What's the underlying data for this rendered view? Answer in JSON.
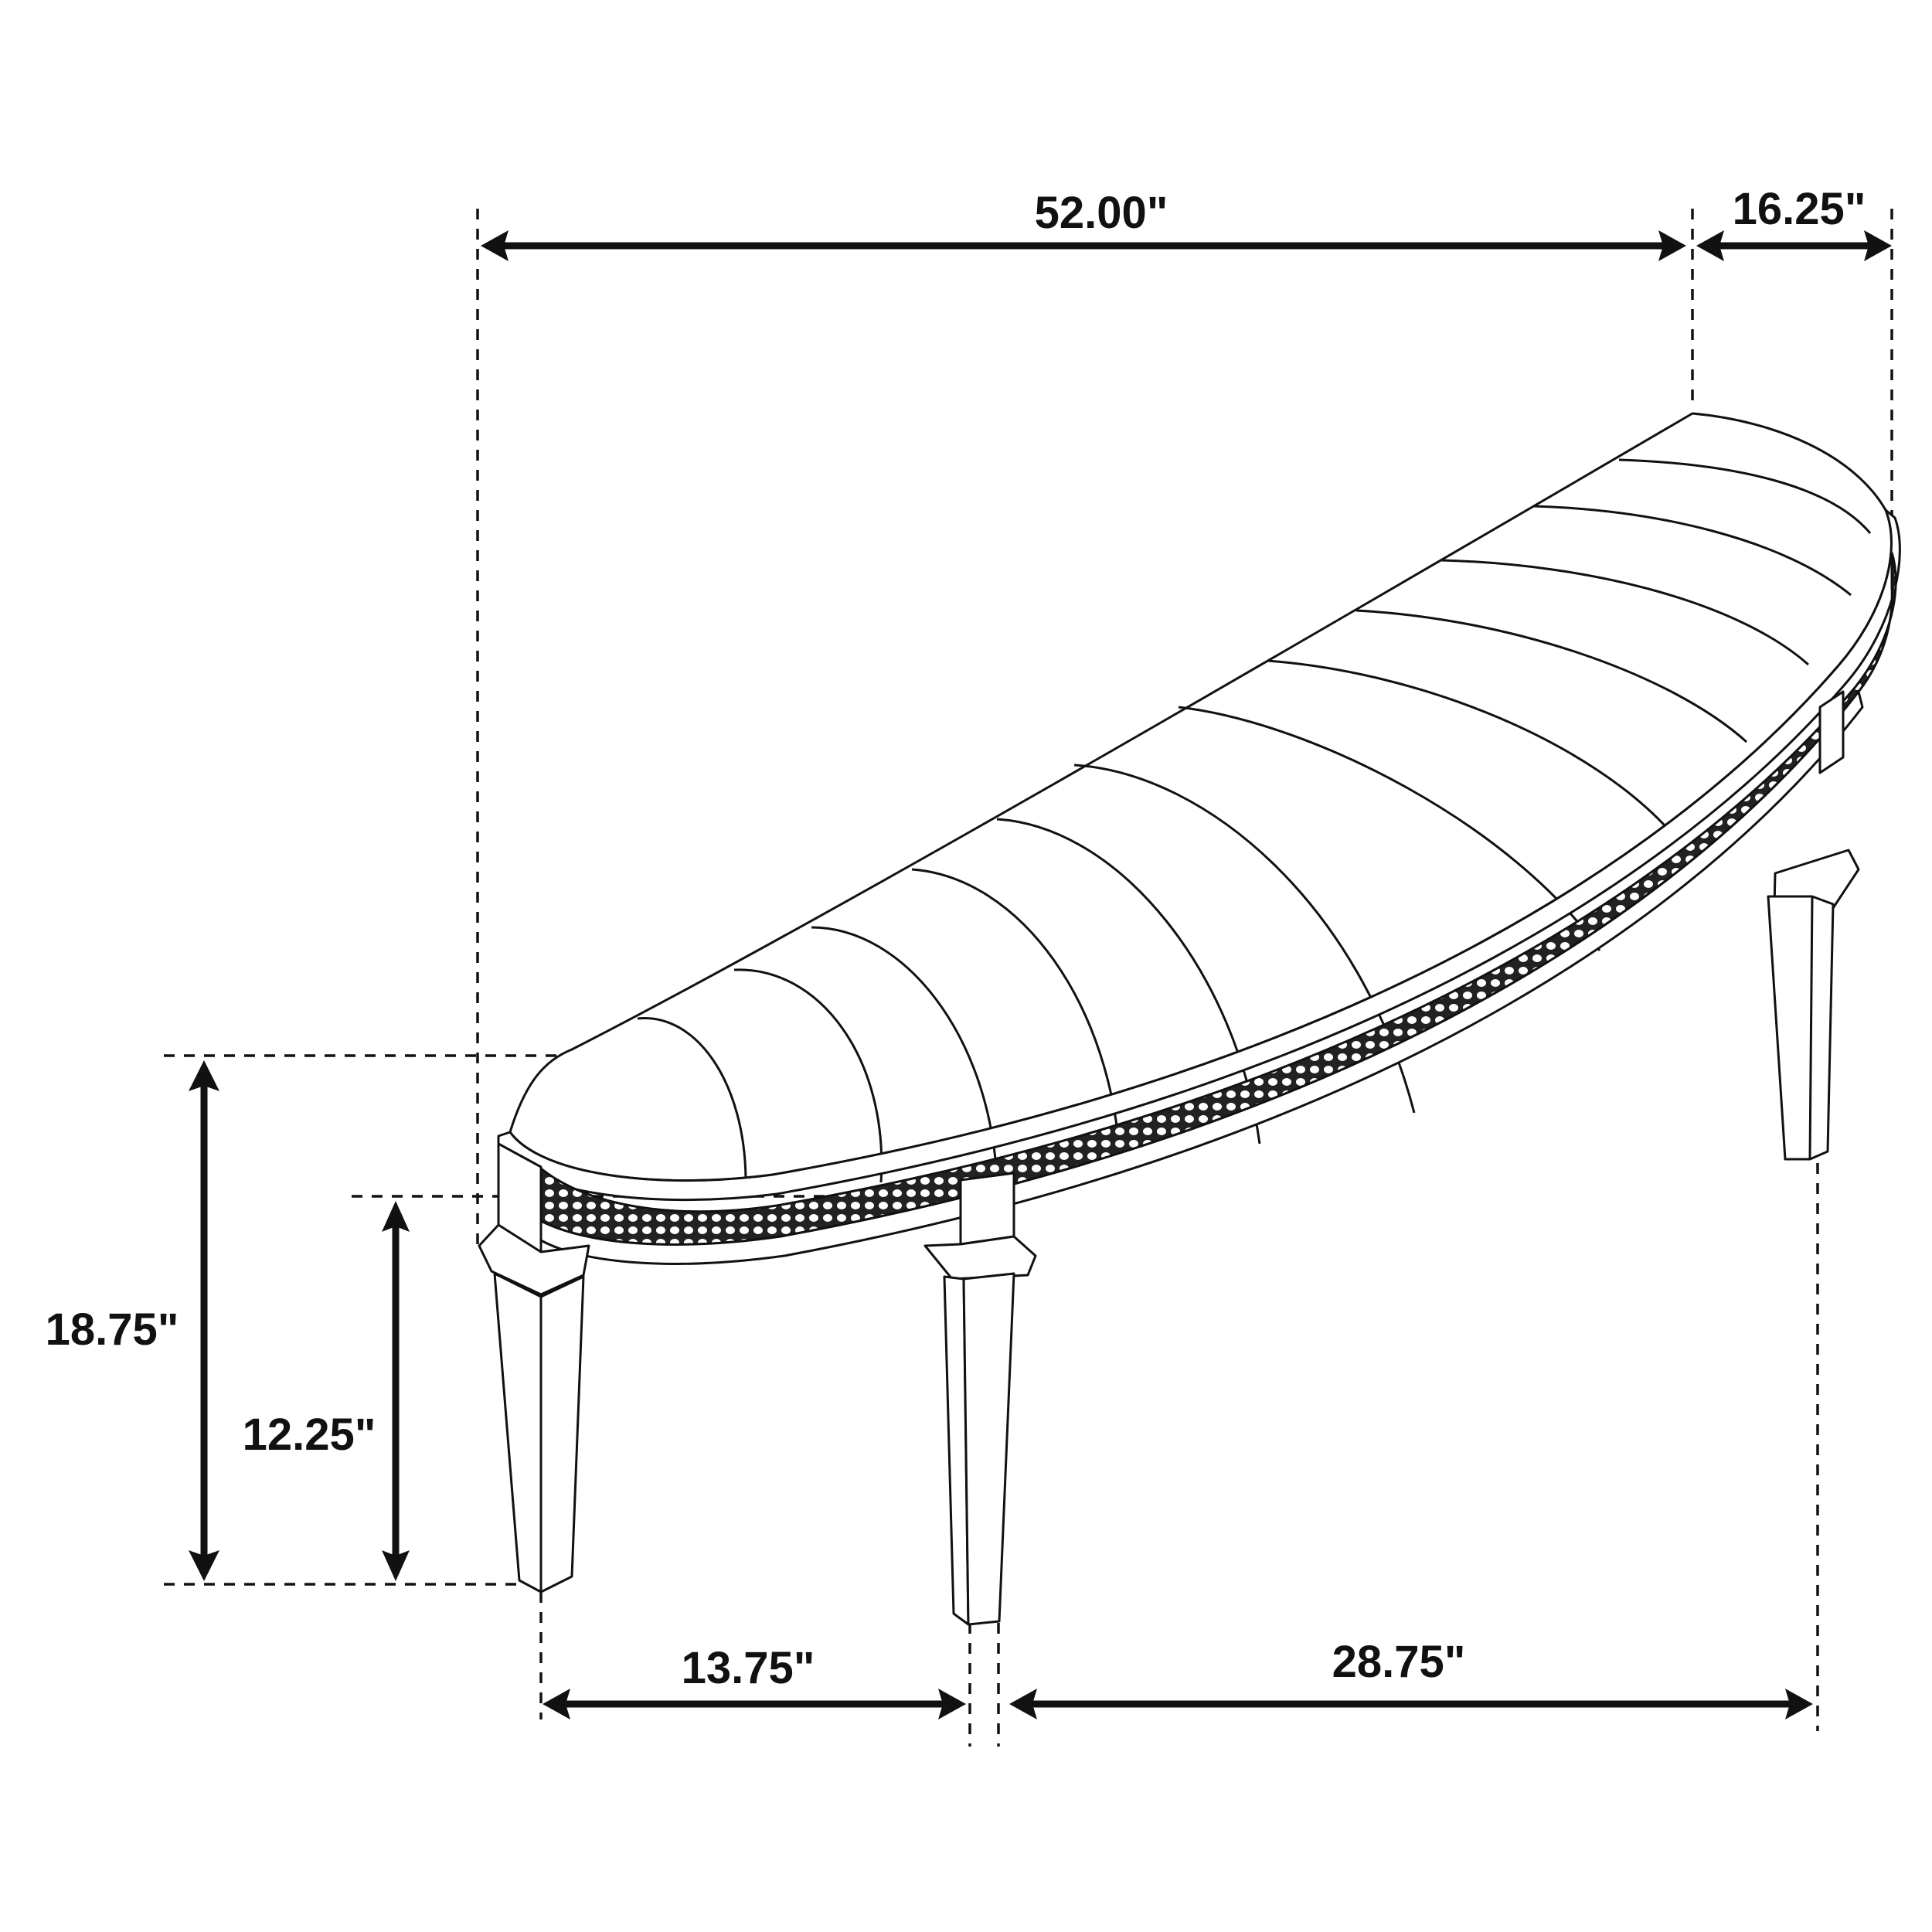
{
  "diagram": {
    "subject": "Demilune bench with channel-tufted seat and woven apron",
    "units": "inches",
    "colors": {
      "line": "#111111",
      "background": "#ffffff"
    }
  },
  "dimensions": {
    "overall_width": {
      "label": "52.00\"",
      "value": 52.0
    },
    "overall_depth": {
      "label": "16.25\"",
      "value": 16.25
    },
    "overall_height": {
      "label": "18.75\"",
      "value": 18.75
    },
    "leg_clearance": {
      "label": "12.25\"",
      "value": 12.25
    },
    "front_leg_spacing": {
      "label": "13.75\"",
      "value": 13.75
    },
    "rear_leg_spacing": {
      "label": "28.75\"",
      "value": 28.75
    }
  }
}
